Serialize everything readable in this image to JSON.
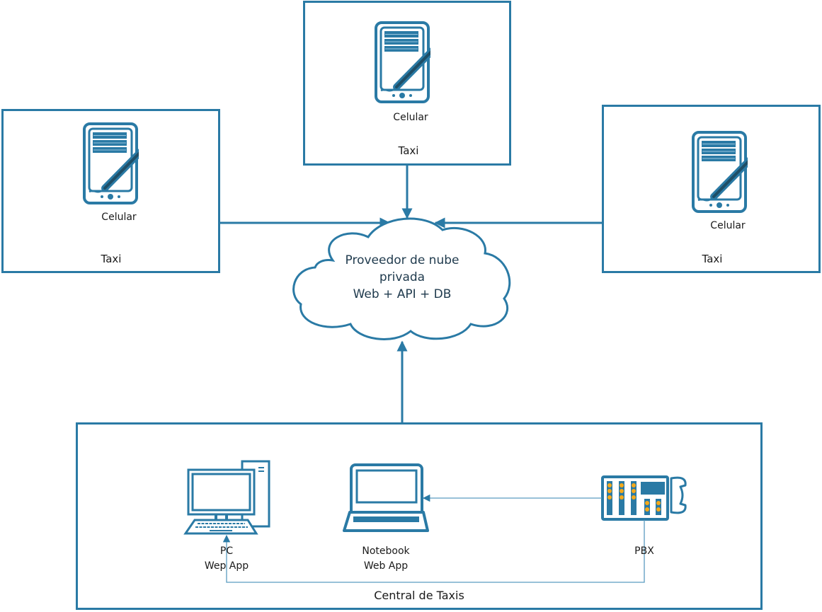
{
  "colors": {
    "stroke": "#2a7aa5",
    "dark": "#1f4e66",
    "pbx_led": "#f5a91a",
    "connector": "#5a9cc0"
  },
  "taxis": [
    {
      "device_label": "Celular",
      "box_label": "Taxi",
      "icon": "mobile-pen-icon"
    },
    {
      "device_label": "Celular",
      "box_label": "Taxi",
      "icon": "mobile-pen-icon"
    },
    {
      "device_label": "Celular",
      "box_label": "Taxi",
      "icon": "mobile-pen-icon"
    }
  ],
  "cloud": {
    "lines": [
      "Proveedor de nube",
      "privada",
      "Web + API + DB"
    ],
    "icon": "cloud-icon"
  },
  "central": {
    "title": "Central de Taxis",
    "pc": {
      "line1": "PC",
      "line2": "Wep App",
      "icon": "desktop-pc-icon"
    },
    "notebook": {
      "line1": "Notebook",
      "line2": "Web App",
      "icon": "laptop-icon"
    },
    "pbx": {
      "label": "PBX",
      "icon": "pbx-phone-icon"
    }
  }
}
